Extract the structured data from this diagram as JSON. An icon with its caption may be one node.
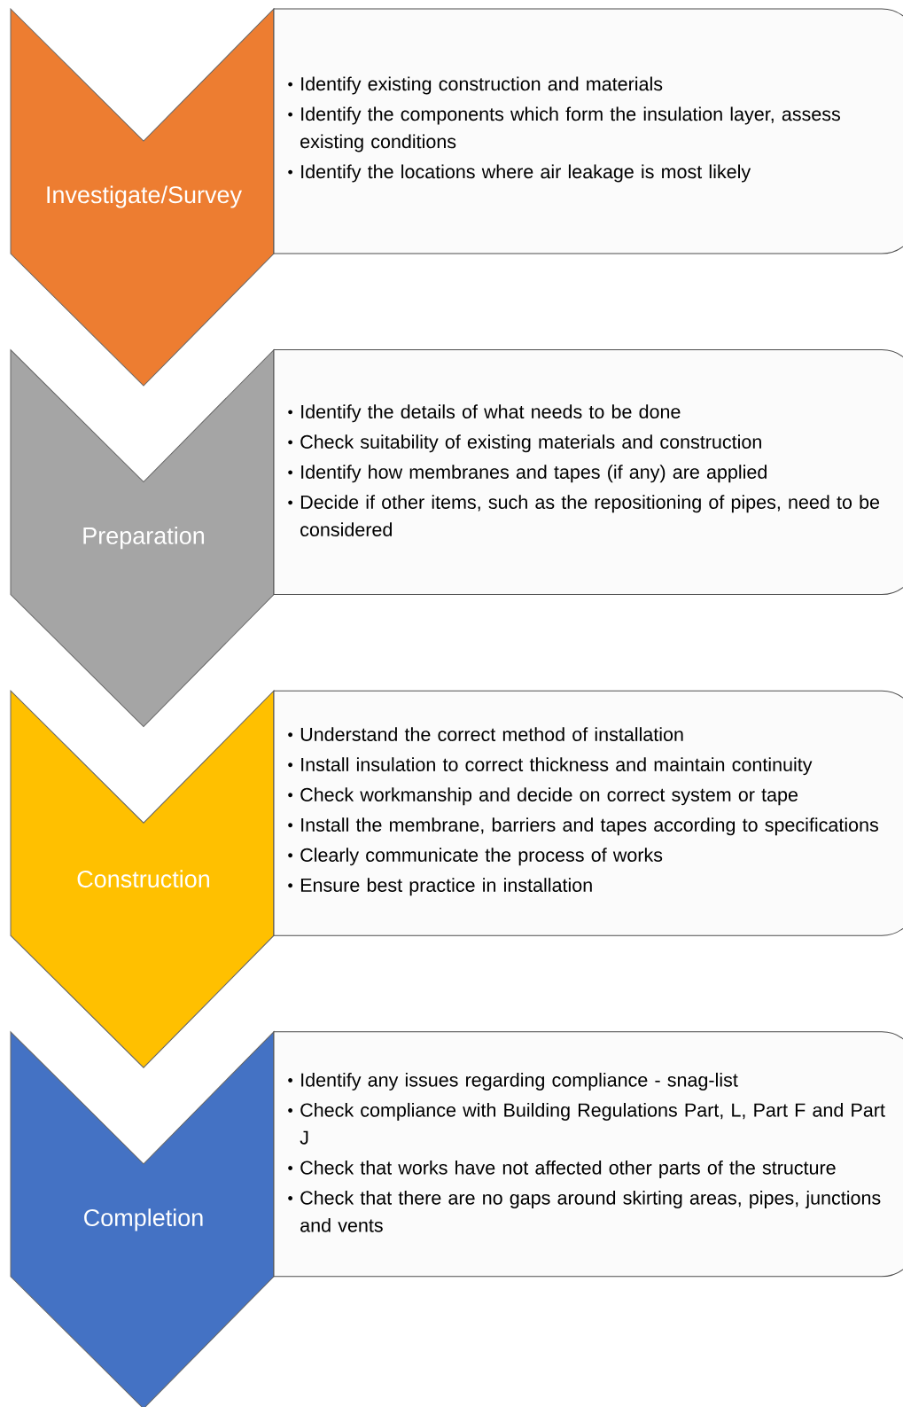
{
  "diagram": {
    "nodes": [
      {
        "text": [
          "Investigate/Survey"
        ]
      },
      {
        "text": [
          "Identify existing construction and materials",
          "Identify the components which form the insulation layer, assess existing conditions",
          "Identify the locations where air leakage is most likely"
        ]
      },
      {
        "text": [
          "Preparation"
        ]
      },
      {
        "text": [
          "Identify the details of what needs to be done",
          "Check suitability of existing materials and construction",
          "Identify how membranes and tapes (if any) are applied",
          "Decide if other items, such as the repositioning of pipes, need to be considered"
        ]
      },
      {
        "text": [
          "Construction"
        ]
      },
      {
        "text": [
          "Understand the correct method of installation",
          "Install insulation to correct thickness and maintain continuity",
          "Check workmanship and decide on correct system or tape",
          "Install the membrane, barriers and tapes according to specifications",
          "Clearly communicate the process of works",
          "Ensure best practice in installation"
        ]
      },
      {
        "text": [
          "Completion"
        ]
      },
      {
        "text": [
          "Identify any issues regarding compliance - snag-list",
          "Check compliance with Building Regulations Part, L, Part F and Part J",
          "Check that works have not affected other parts of the structure",
          "Check that there are no gaps around skirting areas, pipes, junctions and vents"
        ]
      }
    ]
  }
}
